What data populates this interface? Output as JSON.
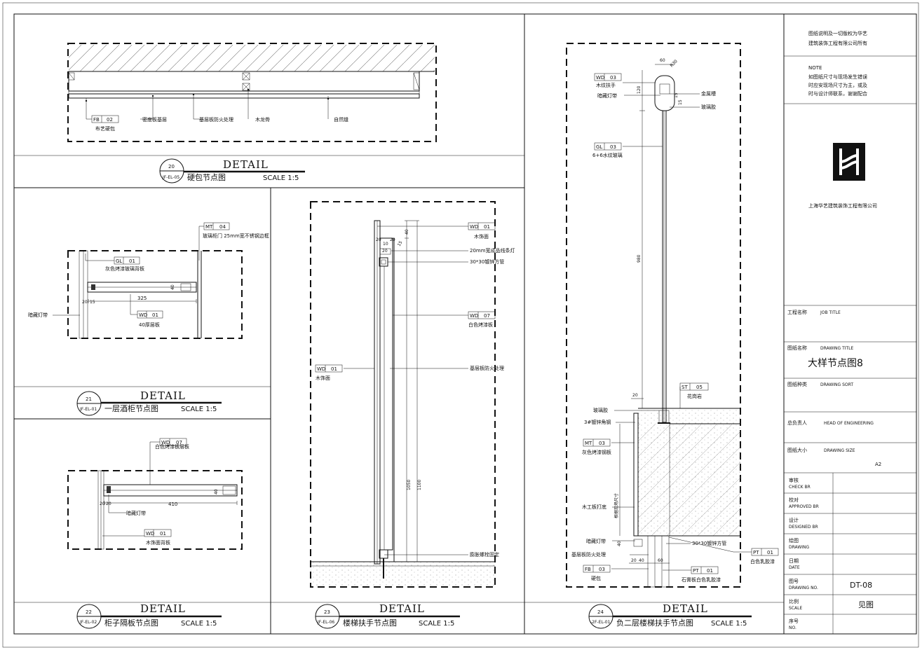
{
  "title_block": {
    "copyright": [
      "图纸说明及一切版权为华艺",
      "建筑装饰工程有限公司所有"
    ],
    "note_label": "NOTE",
    "note": [
      "如图纸尺寸与现场发生错误",
      "时应安现场尺寸为主，或及",
      "时与设计师联系，谢谢配合"
    ],
    "company": "上海华艺建筑装饰工程有限公司",
    "job_title_label": "工程名称",
    "job_title_en": "JOB TITLE",
    "drawing_title_label": "图纸名称",
    "drawing_title_en": "DRAWING TITLE",
    "drawing_title": "大样节点图8",
    "drawing_sort_label": "图纸种类",
    "drawing_sort_en": "DRAWING SORT",
    "head_label": "总负责人",
    "head_en": "HEAD OF ENGINEERING",
    "size_label": "图纸大小",
    "size_en": "DRAWING SIZE",
    "size_value": "A2",
    "check_cn": "审核",
    "check_en": "CHECK  BR",
    "approved_cn": "校对",
    "approved_en": "APPROVED BR",
    "designed_cn": "设计",
    "designed_en": "DESIGNED BR",
    "drawing_cn": "绘图",
    "drawing_en": "DRAWING",
    "date_cn": "日期",
    "date_en": "DATE",
    "drawing_no_cn": "图号",
    "drawing_no_en": "DRAWING NO.",
    "drawing_no": "DT-08",
    "scale_cn": "比例",
    "scale_en": "SCALE",
    "scale_value": "见图",
    "no_cn": "序号",
    "no_en": "NO."
  },
  "details": {
    "d20": {
      "num": "20",
      "ref": "JF-EL-05",
      "label": "DETAIL",
      "name": "硬包节点图",
      "scale": "SCALE 1:5"
    },
    "d21": {
      "num": "21",
      "ref": "JF-EL-01",
      "label": "DETAIL",
      "name": "一层酒柜节点图",
      "scale": "SCALE 1:5"
    },
    "d22": {
      "num": "22",
      "ref": "JF-EL-02",
      "label": "DETAIL",
      "name": "柜子隔板节点图",
      "scale": "SCALE 1:5"
    },
    "d23": {
      "num": "23",
      "ref": "JF-EL-06",
      "label": "DETAIL",
      "name": "楼梯扶手节点图",
      "scale": "SCALE 1:5"
    },
    "d24": {
      "num": "24",
      "ref": "-2F-EL-01",
      "label": "DETAIL",
      "name": "负二层楼梯扶手节点图",
      "scale": "SCALE 1:5"
    }
  },
  "annotations": {
    "d20": {
      "tag1_code": "FB",
      "tag1_num": "02",
      "tag1_name": "布艺硬包",
      "a1": "密度板基层",
      "a2": "基层板防火处理",
      "a3": "木龙骨",
      "a4": "自然缝"
    },
    "d21": {
      "gl_code": "GL",
      "gl_num": "01",
      "gl_name": "灰色烤漆玻璃背板",
      "mt_code": "MT",
      "mt_num": "04",
      "mt_name": "玻璃柜门 25mm宽不锈钢边框",
      "wd_code": "WD",
      "wd_num": "01",
      "wd_name": "40厚层板",
      "light": "暗藏灯带",
      "dim_w": "325",
      "dim_h": "40",
      "dim_a": "20",
      "dim_b": "15"
    },
    "d22": {
      "wd_code": "WD",
      "wd_num": "07",
      "wd_name": "白色烤漆板层板",
      "wd2_code": "WD",
      "wd2_num": "01",
      "wd2_name": "木饰面背板",
      "light": "暗藏灯带",
      "dim_w": "410",
      "dim_h": "40",
      "dim_a": "20",
      "dim_b": "20"
    },
    "d23": {
      "wd1_code": "WD",
      "wd1_num": "01",
      "wd1_name": "木饰面",
      "a1": "20mm宽成品线条灯",
      "a2": "30*30镀锌方管",
      "wd2_code": "WD",
      "wd2_num": "07",
      "wd2_name": "白色烤漆板",
      "a3": "基层板防火处理",
      "wd3_code": "WD",
      "wd3_num": "01",
      "wd3_name": "木饰面",
      "a4": "膨胀螺栓固定",
      "dim1": "1100",
      "dim2": "1050",
      "dim3": "40",
      "dim4": "20",
      "dim5": "20",
      "dim6": "10",
      "dim7": "15",
      "dim8": "20"
    },
    "d24": {
      "wd_code": "WD",
      "wd_num": "03",
      "wd_name": "木纹扶手",
      "light": "暗藏灯带",
      "a1": "金属槽",
      "a2": "玻璃胶",
      "gl_code": "GL",
      "gl_num": "03",
      "gl_name": "6+6水纹玻璃",
      "st_code": "ST",
      "st_num": "05",
      "st_name": "花岗岩",
      "a3": "玻璃胶",
      "a4": "3#镀锌角钢",
      "mt_code": "MT",
      "mt_num": "03",
      "mt_name": "灰色烤漆钢板",
      "a5": "木工板打底",
      "light2": "暗藏灯带",
      "a6": "基层板防火处理",
      "a7": "30*30镀锌方管",
      "pt1_code": "PT",
      "pt1_num": "01",
      "pt1_name": "白色乳胶漆",
      "fb_code": "FB",
      "fb_num": "03",
      "fb_name": "硬包",
      "pt2_code": "PT",
      "pt2_num": "01",
      "pt2_name": "石膏板白色乳胶漆",
      "vert": "根据现场尺寸",
      "dim1": "60",
      "dim2": "120",
      "dim3": "980",
      "dim4": "20",
      "dim5": "40",
      "dim6": "40",
      "dim7": "60",
      "dim8": "R30",
      "dim9": "15",
      "dim10": "15",
      "dim11": "20",
      "dim12": "40"
    }
  }
}
